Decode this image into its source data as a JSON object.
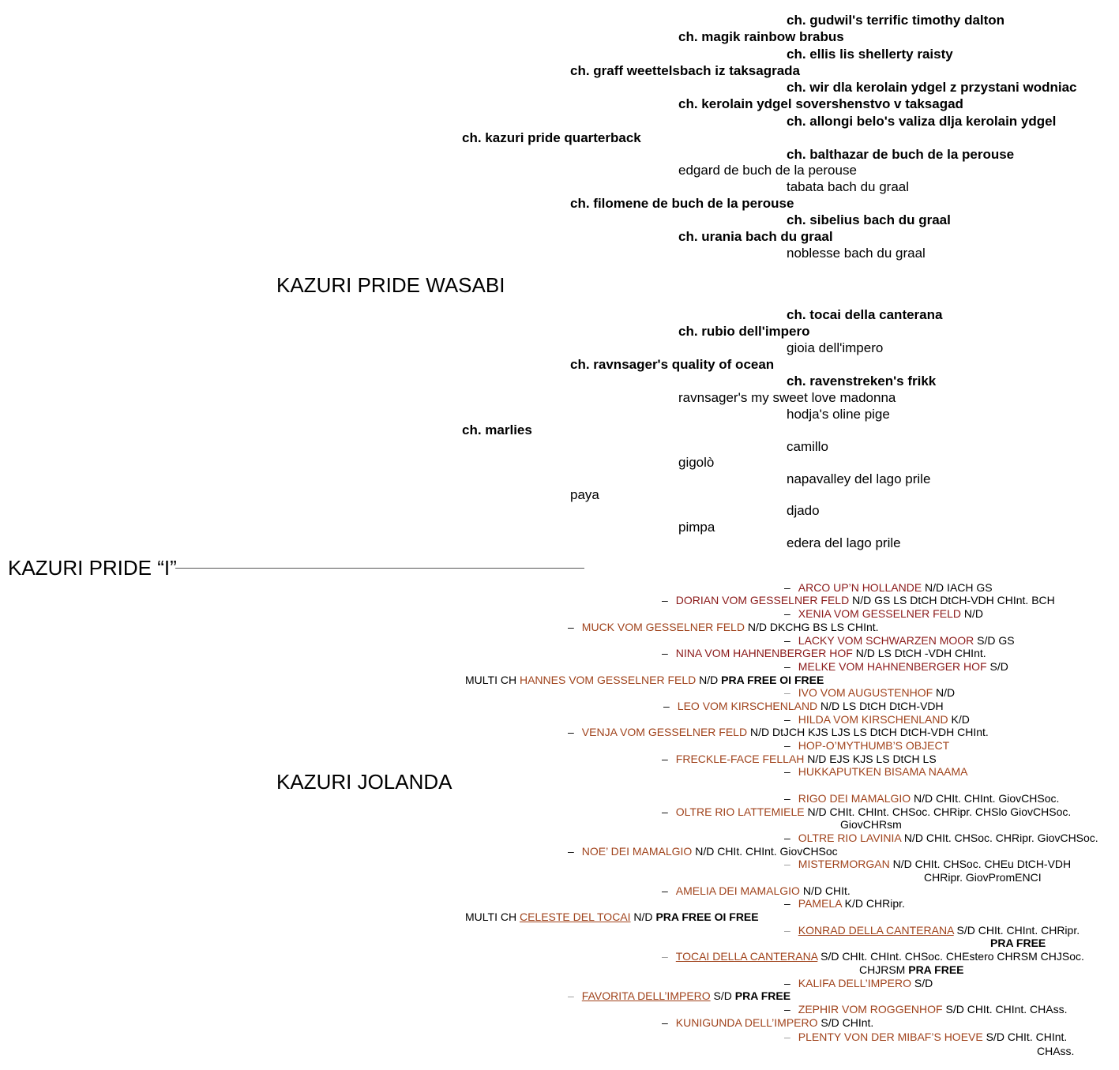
{
  "sire_line": {
    "sire": "KAZURI PRIDE WASABI",
    "gen2": [
      "ch. kazuri pride quarterback",
      "ch. marlies"
    ],
    "gen3": [
      "ch. graff weettelsbach iz taksagrada",
      "ch. filomene de buch de la perouse",
      "ch. ravnsager's quality of ocean",
      "paya"
    ],
    "gen4": [
      "ch. magik rainbow brabus",
      "ch. kerolain ydgel sovershenstvo v taksagad",
      "edgard de buch de la perouse",
      "ch. urania bach du graal",
      "ch. rubio dell'impero",
      "ravnsager's my sweet love madonna",
      "gigolò",
      "pimpa"
    ],
    "gen5": [
      "ch. gudwil's terrific timothy dalton",
      "ch. ellis lis shellerty raisty",
      "ch. wir dla kerolain ydgel z przystani wodniac",
      "ch. allongi belo's valiza dlja kerolain ydgel",
      "ch. balthazar de buch de la perouse",
      "tabata bach du graal",
      "ch. sibelius bach du graal",
      "noblesse bach du graal",
      "ch. tocai della canterana",
      "gioia dell'impero",
      "ch. ravenstreken's frikk",
      "hodja's oline pige",
      "camillo",
      "napavalley del lago prile",
      "djado",
      "edera del  lago prile"
    ]
  },
  "subject": "KAZURI PRIDE “I”",
  "dam_line": {
    "dam": "KAZURI JOLANDA",
    "dash": "–",
    "grandparents": [
      {
        "prefix": "MULTI CH ",
        "name": "HANNES VOM GESSELNER FELD",
        "suffix": " N/D ",
        "bold": "PRA FREE OI FREE"
      },
      {
        "prefix": "MULTI CH ",
        "name": "CELESTE DEL TOCAI",
        "suffix": " N/D ",
        "bold": "PRA FREE OI FREE"
      }
    ],
    "gen3": [
      {
        "name": "MUCK VOM GESSELNER FELD",
        "suffix": " N/D DKCHG BS LS CHInt."
      },
      {
        "name": "VENJA VOM GESSELNER FELD",
        "suffix": " N/D DtJCH KJS LJS LS DtCH DtCH-VDH CHInt."
      },
      {
        "name": "NOE’ DEI MAMALGIO",
        "suffix": " N/D CHIt. CHInt. GiovCHSoc"
      },
      {
        "name": "FAVORITA DELL’IMPERO",
        "suffix": " S/D ",
        "bold": "PRA FREE"
      }
    ],
    "gen4": [
      {
        "name": "DORIAN VOM GESSELNER FELD",
        "suffix": " N/D GS LS DtCH DtCH-VDH CHInt. BCH"
      },
      {
        "name": "NINA VOM HAHNENBERGER HOF",
        "suffix": " N/D LS DtCH -VDH CHInt."
      },
      {
        "name": "LEO VOM KIRSCHENLAND",
        "suffix": " N/D LS DtCH DtCH-VDH"
      },
      {
        "name": "FRECKLE-FACE FELLAH",
        "suffix": " N/D EJS KJS LS DtCH LS"
      },
      {
        "name": "OLTRE RIO LATTEMIELE",
        "suffix": " N/D CHIt. CHInt. CHSoc. CHRipr. CHSlo GiovCHSoc.",
        "line2": "GiovCHRsm"
      },
      {
        "name": "AMELIA DEI MAMALGIO",
        "suffix": " N/D CHIt."
      },
      {
        "name": "TOCAI DELLA CANTERANA",
        "suffix": " S/D CHIt. CHInt. CHSoc. CHEstero CHRSM CHJSoc.",
        "line2": "CHJRSM ",
        "line2_bold": "PRA FREE"
      },
      {
        "name": "KUNIGUNDA DELL’IMPERO",
        "suffix": " S/D CHInt."
      }
    ],
    "gen5": [
      {
        "name": "ARCO UP’N HOLLANDE",
        "suffix": " N/D IACH GS"
      },
      {
        "name": "XENIA VOM GESSELNER FELD",
        "suffix": " N/D"
      },
      {
        "name": "LACKY VOM SCHWARZEN MOOR",
        "suffix": " S/D GS"
      },
      {
        "name": "MELKE VOM HAHNENBERGER HOF",
        "suffix": " S/D"
      },
      {
        "name": "IVO VOM AUGUSTENHOF",
        "suffix": " N/D"
      },
      {
        "name": "HILDA VOM KIRSCHENLAND",
        "suffix": " K/D"
      },
      {
        "name": "HOP-O’MYTHUMB’S OBJECT",
        "suffix": ""
      },
      {
        "name": "HUKKAPUTKEN BISAMA NAAMA",
        "suffix": ""
      },
      {
        "name": "RIGO DEI MAMALGIO",
        "suffix": " N/D CHIt. CHInt. GiovCHSoc."
      },
      {
        "name": "OLTRE RIO LAVINIA",
        "suffix": " N/D CHIt. CHSoc. CHRipr. GiovCHSoc."
      },
      {
        "name": "MISTERMORGAN",
        "suffix": " N/D CHIt. CHSoc. CHEu DtCH-VDH",
        "line2": "CHRipr. GiovPromENCI"
      },
      {
        "name": "PAMELA",
        "suffix": " K/D CHRipr."
      },
      {
        "name": "KONRAD DELLA CANTERANA",
        "suffix": " S/D CHIt. CHInt. CHRipr.",
        "line2_bold": "PRA FREE"
      },
      {
        "name": "KALIFA DELL’IMPERO",
        "suffix": " S/D"
      },
      {
        "name": "ZEPHIR VOM ROGGENHOF",
        "suffix": " S/D CHIt. CHInt. CHAss."
      },
      {
        "name": "PLENTY VON DER MIBAF’S HOEVE",
        "suffix": " S/D CHIt. CHInt.",
        "line2": "CHAss."
      }
    ]
  },
  "colors": {
    "red_name": "#8b1a1a",
    "brown_name": "#a0431c",
    "connector": "#555555"
  }
}
